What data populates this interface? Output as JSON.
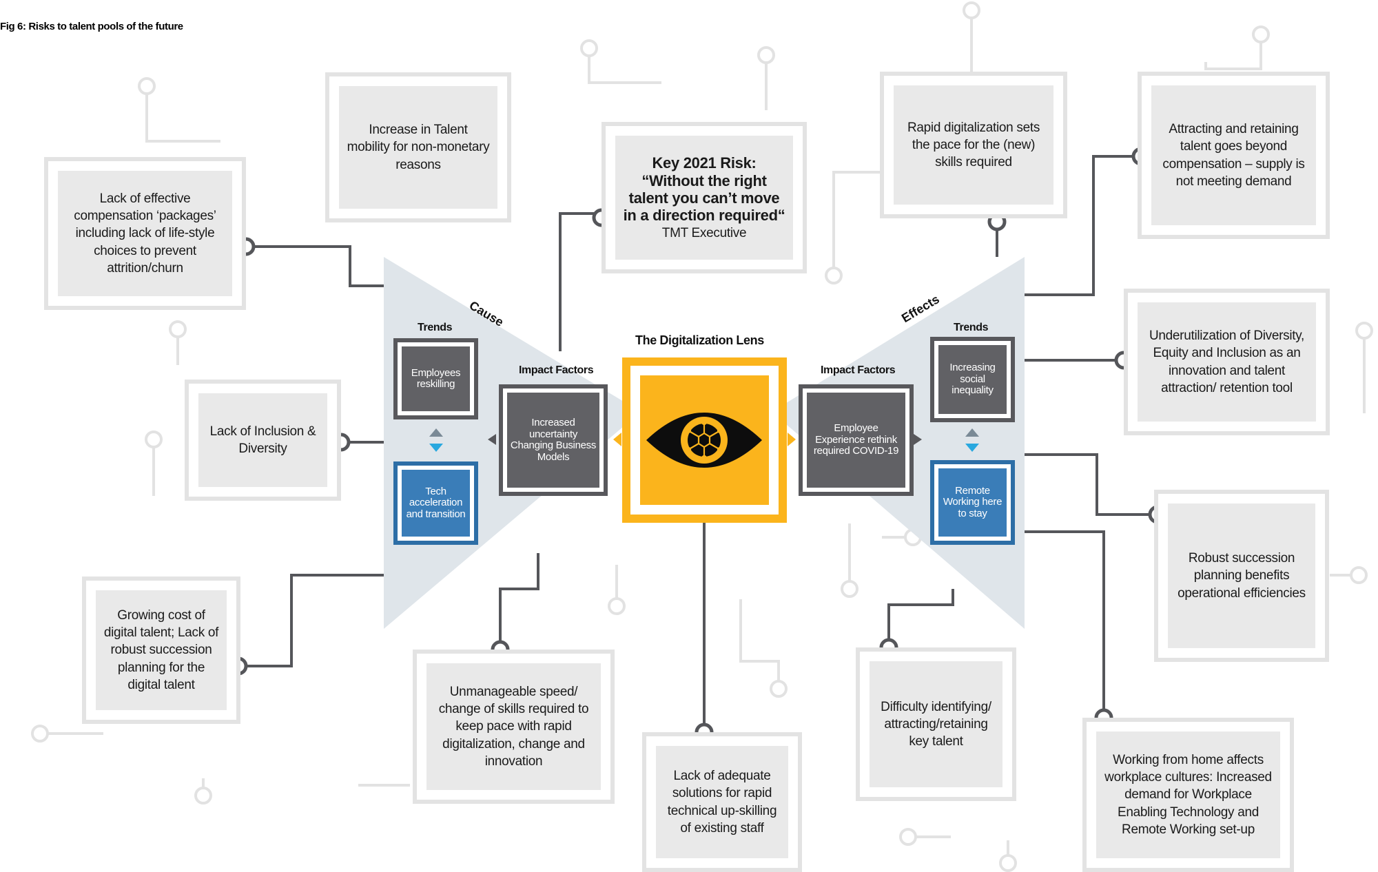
{
  "figure_title": "Fig 6: Risks to talent pools of the future",
  "lens": {
    "title": "The Digitalization Lens",
    "accent_color": "#fbb41c",
    "icon": "eye-network-icon"
  },
  "cause": {
    "label": "Cause",
    "trends_label": "Trends",
    "impact_label": "Impact Factors",
    "trend_top": "Employees reskilling",
    "trend_bottom": "Tech acceleration and transition",
    "impact": "Increased uncertainty Changing Business Models"
  },
  "effects": {
    "label": "Effects",
    "trends_label": "Trends",
    "impact_label": "Impact Factors",
    "trend_top": "Increasing social inequality",
    "trend_bottom": "Remote Working here to stay",
    "impact": "Employee Experience rethink required COVID-19"
  },
  "key_risk": {
    "title": "Key 2021 Risk: “Without the right talent you can’t move in a direction required“",
    "source": "TMT Executive"
  },
  "boxes": {
    "talent_mobility": "Increase in Talent mobility for non-monetary reasons",
    "compensation": "Lack of effective compensation ‘packages’ including lack of life-style choices to prevent attrition/churn",
    "inclusion": "Lack of Inclusion & Diversity",
    "growing_cost": "Growing cost of digital talent; Lack of robust succession planning for the digital talent",
    "unmanageable": "Unmanageable speed/ change of skills required to keep pace with rapid digitalization, change and innovation",
    "upskilling": "Lack of adequate solutions for rapid technical up-skilling of existing staff",
    "rapid_digital": "Rapid digitalization sets the pace for the (new) skills required",
    "attracting": "Attracting and retaining talent goes beyond compensation – supply is not meeting demand",
    "underutilization": "Underutilization of Diversity, Equity and Inclusion as an innovation and talent attraction/ retention tool",
    "succession": "Robust succession planning benefits operational efficiencies",
    "difficulty": "Difficulty identifying/ attracting/retaining key talent",
    "wfh": "Working from home affects workplace cultures: Increased demand for Workplace Enabling Technology and Remote Working set-up"
  },
  "colors": {
    "funnel": "#dfe5ea",
    "connector": "#55565a",
    "box_fill": "#e9e9e9",
    "box_border": "#e3e3e3",
    "tile_dark": "#616165",
    "tile_blue": "#3a7db8",
    "arrow_blue": "#29a8df"
  }
}
